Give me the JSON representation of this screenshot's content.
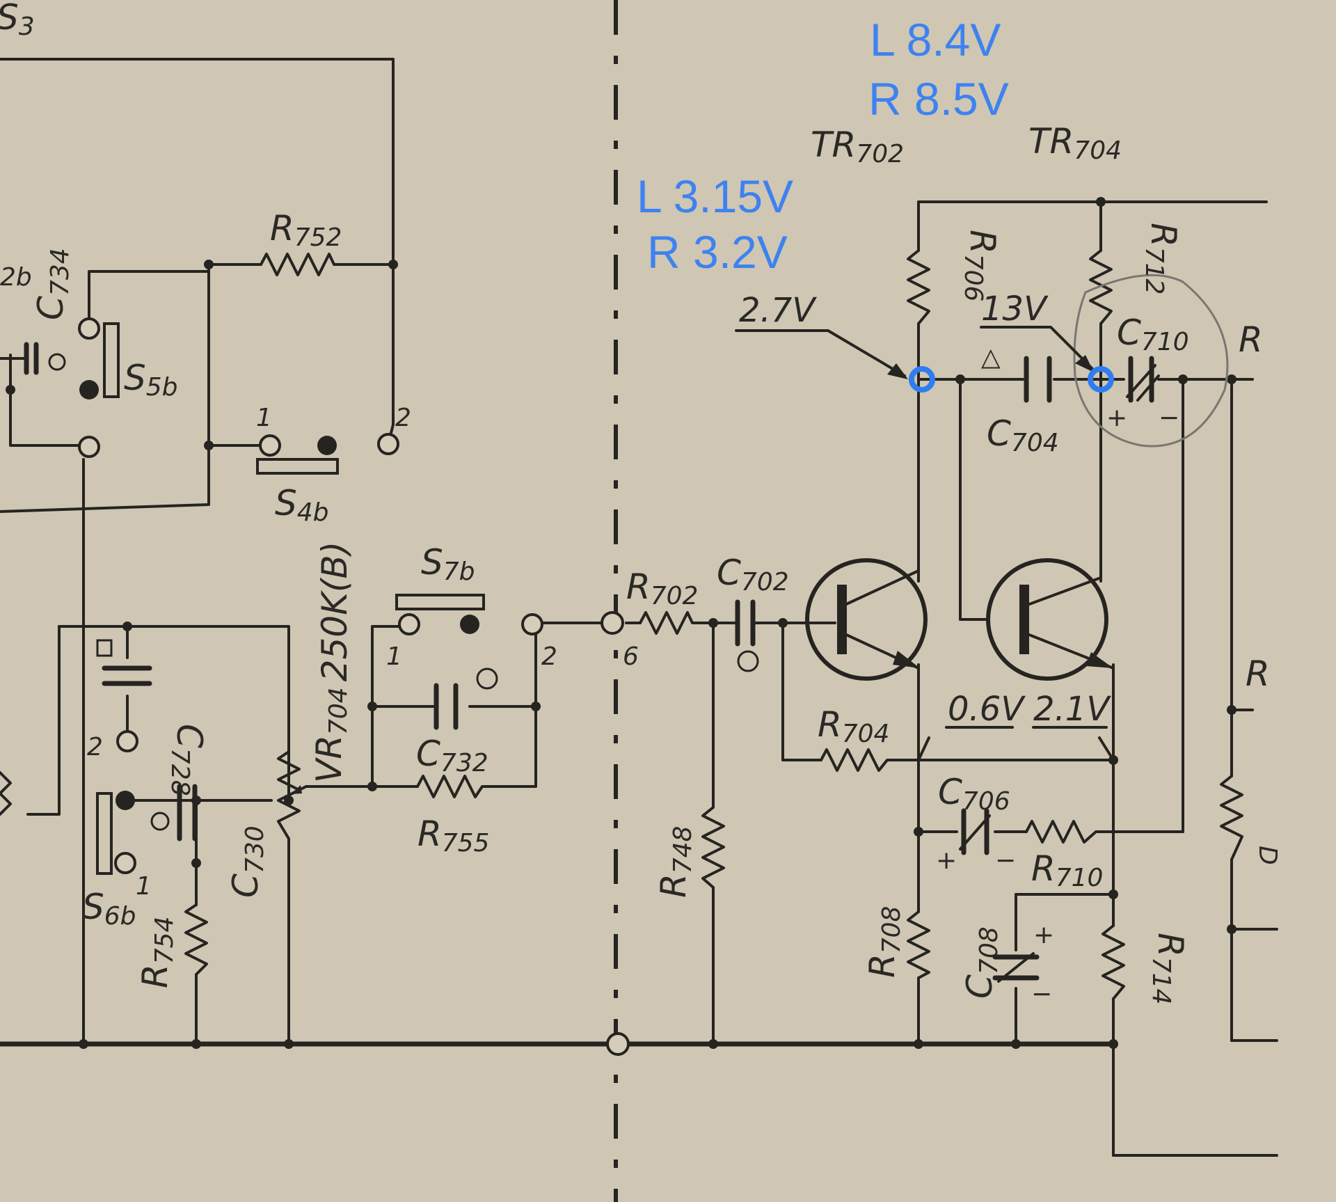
{
  "measurements": {
    "left_top": {
      "l": "L 3.15V",
      "r": "R 3.2V"
    },
    "right_top": {
      "l": "L 8.4V",
      "r": "R 8.5V"
    }
  },
  "voltages": {
    "v_base": "2.7V",
    "v_collector": "13V",
    "v_emitter1": "0.6V",
    "v_emitter2": "2.1V"
  },
  "components": {
    "s3": "S",
    "s3_sub": "3",
    "c734": "C",
    "c734_sub": "734",
    "s5b": "S",
    "s5b_sub": "5b",
    "r752": "R",
    "r752_sub": "752",
    "s4b": "S",
    "s4b_sub": "4b",
    "s7b": "S",
    "s7b_sub": "7b",
    "c728": "C",
    "c728_sub": "728",
    "vr704": "VR",
    "vr704_sub": "704",
    "vr704_value": "250K(B)",
    "c732": "C",
    "c732_sub": "732",
    "r755": "R",
    "r755_sub": "755",
    "c730": "C",
    "c730_sub": "730",
    "s6b": "S",
    "s6b_sub": "6b",
    "r754": "R",
    "r754_sub": "754",
    "r702": "R",
    "r702_sub": "702",
    "c702": "C",
    "c702_sub": "702",
    "r748": "R",
    "r748_sub": "748",
    "tr702": "TR",
    "tr702_sub": "702",
    "tr704": "TR",
    "tr704_sub": "704",
    "r706": "R",
    "r706_sub": "706",
    "r712": "R",
    "r712_sub": "712",
    "c710": "C",
    "c710_sub": "710",
    "c704": "C",
    "c704_sub": "704",
    "r704": "R",
    "r704_sub": "704",
    "c706": "C",
    "c706_sub": "706",
    "r710": "R",
    "r710_sub": "710",
    "r708": "R",
    "r708_sub": "708",
    "c708": "C",
    "c708_sub": "708",
    "r714": "R",
    "r714_sub": "714",
    "r_edge_top": "R",
    "r_edge_mid": "R",
    "cut_left": "2b",
    "edge_d": "D"
  },
  "terminals": {
    "one": "1",
    "two": "2",
    "six": "6",
    "delta": "△",
    "plus": "+",
    "minus": "−"
  },
  "colors": {
    "paper": "#cfc6b4",
    "ink": "#262420",
    "measurement": "#3d82f0"
  }
}
